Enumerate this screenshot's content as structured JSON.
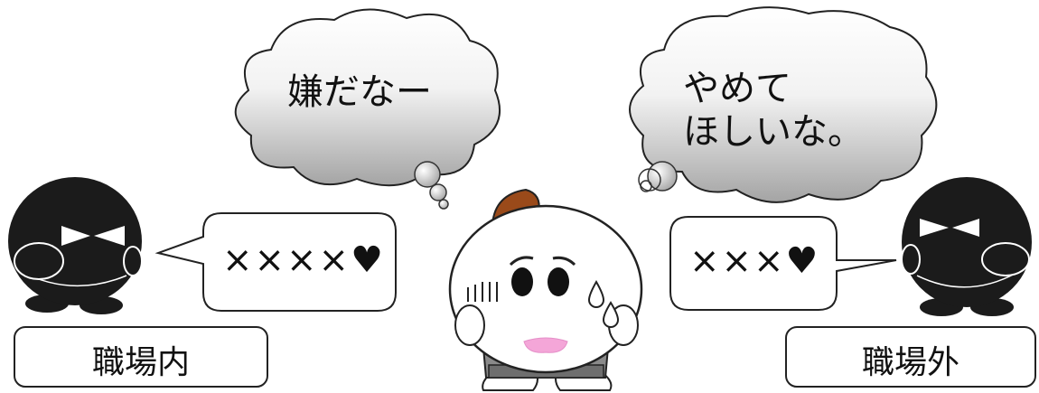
{
  "left_thought": {
    "text": "嫌だなー"
  },
  "right_thought": {
    "line1": "やめて",
    "line2": "ほしいな。"
  },
  "left_speech": {
    "text": "××××♥"
  },
  "right_speech": {
    "text": "×××♥"
  },
  "left_label": {
    "text": "職場内"
  },
  "right_label": {
    "text": "職場外"
  },
  "colors": {
    "figure_black": "#1b1b1b",
    "hair_brown": "#9a4a1a",
    "mouth_pink": "#f4a6d8",
    "suit_gray": "#8a8a8a",
    "cloud_gradient_top": "#ffffff",
    "cloud_gradient_bottom": "#a9a9a9"
  }
}
